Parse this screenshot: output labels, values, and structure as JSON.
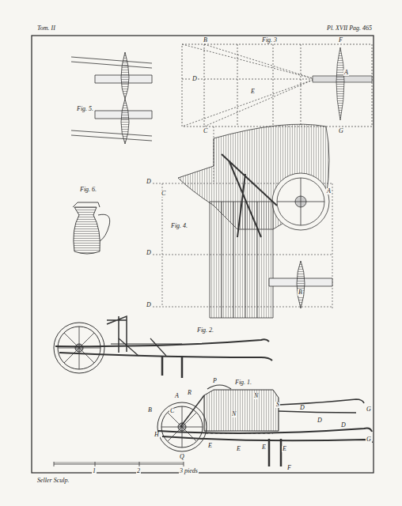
{
  "diagram": {
    "labels": [
      "Tom. II",
      "Pl. XVII Pag. 465",
      "B",
      "Fig. 3",
      "F",
      "A",
      "D",
      "E",
      "C",
      "G",
      "Fig. 5.",
      "D",
      "C",
      "A",
      "Fig. 4.",
      "D",
      "B",
      "D",
      "Fig. 6.",
      "Fig. 2.",
      "P",
      "Fig. 1.",
      "A",
      "R",
      "N",
      "S",
      "B",
      "C",
      "N",
      "D",
      "D",
      "G",
      "D",
      "G",
      "H",
      "E",
      "E",
      "E",
      "E",
      "Q",
      "F",
      "1",
      "2",
      "3 pieds",
      "Seller Sculp."
    ]
  }
}
